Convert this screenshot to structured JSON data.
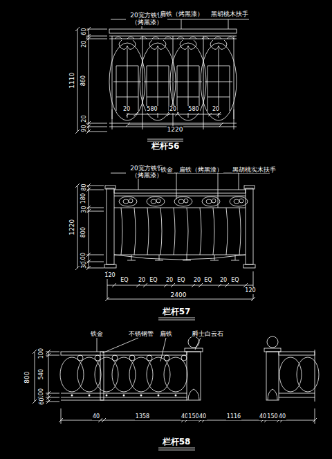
{
  "diagram": {
    "labels": [
      "20宽方铁管（烤黑漆）",
      "扁铁（烤黑漆）",
      "黑胡桃木扶手",
      "1110",
      "60",
      "20",
      "860",
      "20",
      "90",
      "20",
      "580",
      "20",
      "580",
      "20",
      "1220",
      "栏杆56",
      "20宽方铁管（烤黑漆）",
      "铁金",
      "扁铁（烤黑漆）",
      "黑胡桃实木扶手",
      "1220",
      "80",
      "180",
      "30",
      "800",
      "100",
      "30",
      "120",
      "EQ",
      "20",
      "EQ",
      "20",
      "EQ",
      "20",
      "EQ",
      "20",
      "EQ",
      "120",
      "2400",
      "栏杆57",
      "铁金",
      "不锈钢管",
      "扁铁",
      "爵士白云石",
      "800",
      "100",
      "540",
      "100",
      "60",
      "40",
      "1358",
      "40",
      "150",
      "40",
      "1116",
      "40",
      "150",
      "40",
      "栏杆58"
    ]
  }
}
